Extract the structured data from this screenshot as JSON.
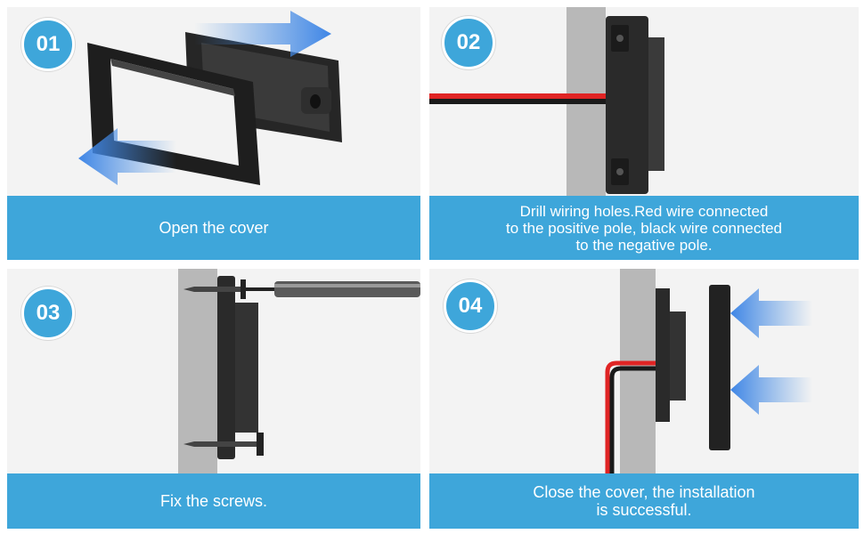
{
  "steps": [
    {
      "number": "01",
      "caption": "Open the cover"
    },
    {
      "number": "02",
      "caption_lines": [
        "Drill wiring holes.Red wire connected",
        "to the positive pole, black wire connected",
        "to the negative pole."
      ]
    },
    {
      "number": "03",
      "caption": "Fix the screws."
    },
    {
      "number": "04",
      "caption_lines": [
        "Close the cover, the installation",
        "is successful."
      ]
    }
  ],
  "colors": {
    "accent": "#3ea6da",
    "panel_bg": "#f3f3f3",
    "wall": "#b8b8b8",
    "device": "#2a2a2a",
    "wire_red": "#e02424",
    "arrow": "#4a90e2"
  },
  "icons": [
    "arrow-right-icon",
    "arrow-left-icon",
    "screw-icon",
    "screwdriver-icon"
  ]
}
